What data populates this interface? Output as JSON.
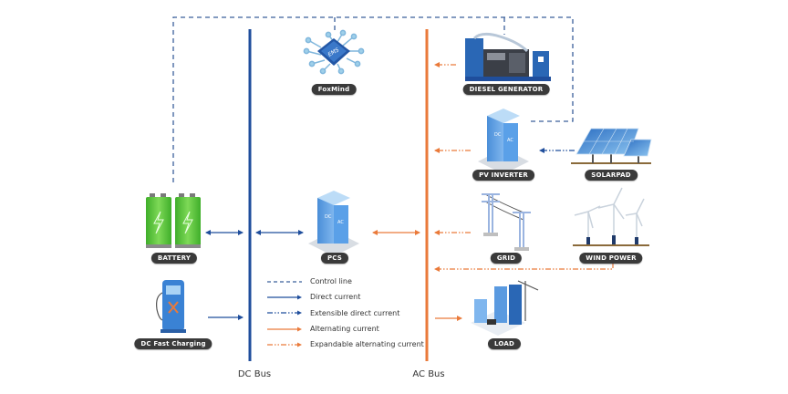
{
  "title": "Energy Storage System Topology",
  "colors": {
    "dc": "#1f4e9c",
    "ac": "#ea7a3a",
    "control": "#3a5f9a",
    "label_bg": "#3a3a3a"
  },
  "buses": {
    "dc": {
      "label": "DC Bus"
    },
    "ac": {
      "label": "AC Bus"
    }
  },
  "components": {
    "ems": {
      "label": "FoxMind",
      "chip_text": "EMS"
    },
    "diesel": {
      "label": "DIESEL GENERATOR"
    },
    "pv_inverter": {
      "label": "PV INVERTER",
      "dc_text": "DC",
      "ac_text": "AC"
    },
    "solarpad": {
      "label": "SOLARPAD"
    },
    "battery": {
      "label": "BATTERY"
    },
    "pcs": {
      "label": "PCS",
      "dc_text": "DC",
      "ac_text": "AC"
    },
    "grid": {
      "label": "GRID"
    },
    "wind": {
      "label": "WIND POWER"
    },
    "dc_charging": {
      "label": "DC Fast Charging"
    },
    "load": {
      "label": "LOAD"
    }
  },
  "legend": [
    {
      "style": "control",
      "label": "Control line"
    },
    {
      "style": "dc",
      "label": "Direct current"
    },
    {
      "style": "dc-ext",
      "label": "Extensible direct current"
    },
    {
      "style": "ac",
      "label": "Alternating current"
    },
    {
      "style": "ac-ext",
      "label": "Expandable alternating current"
    }
  ]
}
